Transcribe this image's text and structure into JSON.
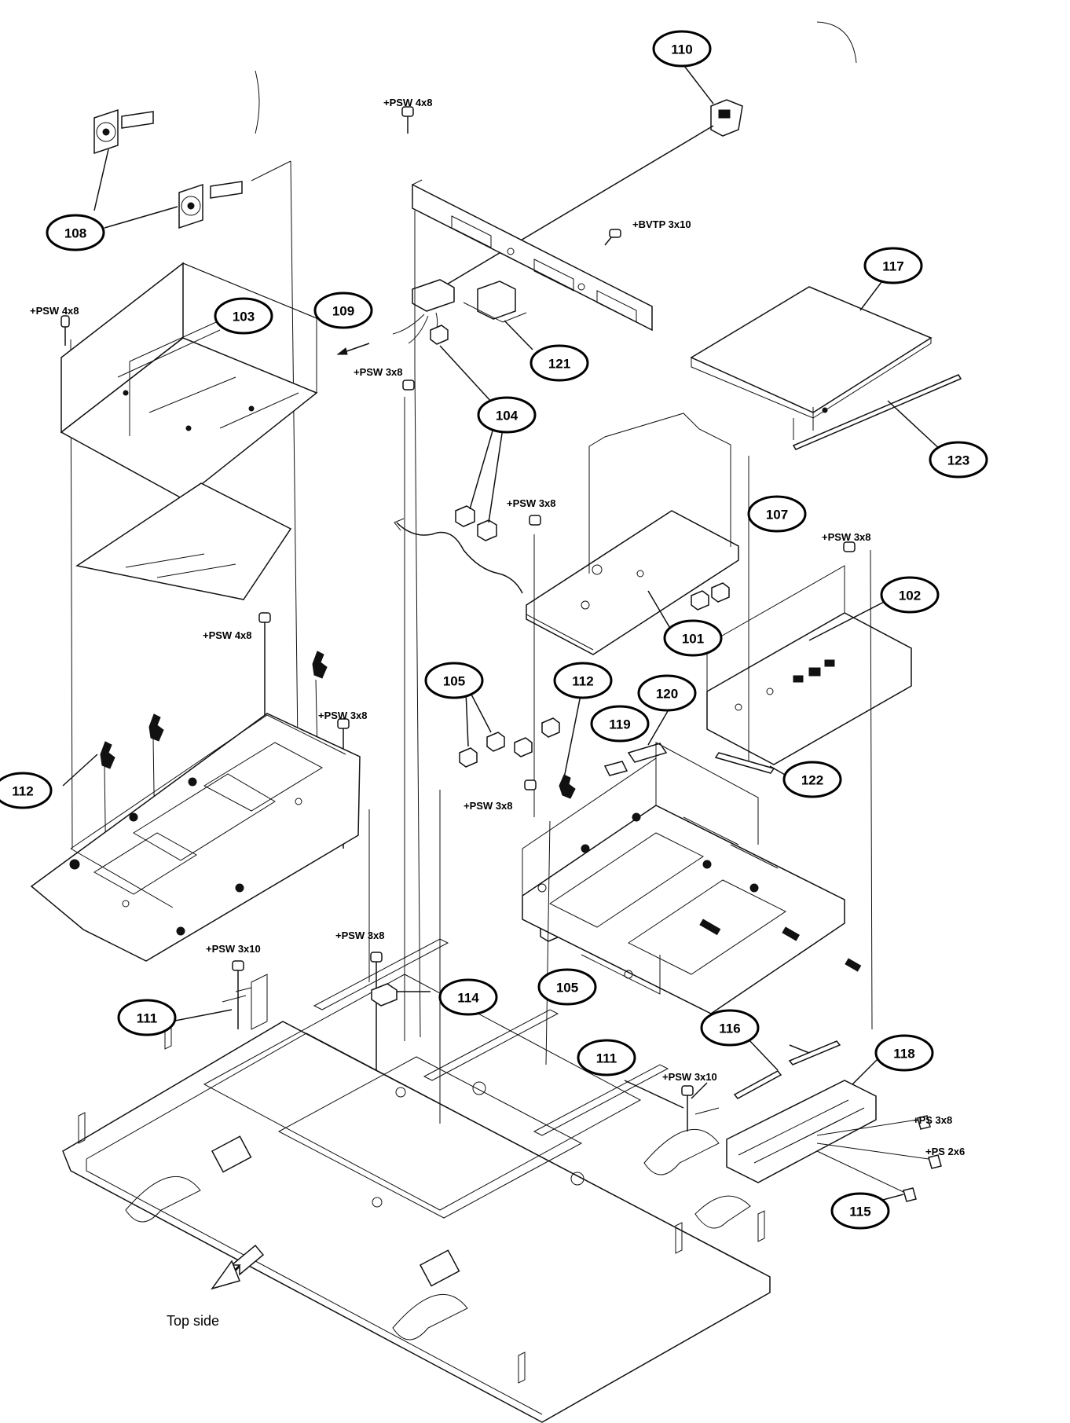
{
  "figure_type": "exploded-view parts diagram",
  "callouts": [
    {
      "id": "c110",
      "label": "110"
    },
    {
      "id": "c108",
      "label": "108"
    },
    {
      "id": "c109",
      "label": "109"
    },
    {
      "id": "c121",
      "label": "121"
    },
    {
      "id": "c117",
      "label": "117"
    },
    {
      "id": "c123",
      "label": "123"
    },
    {
      "id": "c103",
      "label": "103"
    },
    {
      "id": "c104",
      "label": "104"
    },
    {
      "id": "c107",
      "label": "107"
    },
    {
      "id": "c102",
      "label": "102"
    },
    {
      "id": "c101",
      "label": "101"
    },
    {
      "id": "c105a",
      "label": "105"
    },
    {
      "id": "c112a",
      "label": "112"
    },
    {
      "id": "c120",
      "label": "120"
    },
    {
      "id": "c119",
      "label": "119"
    },
    {
      "id": "c122",
      "label": "122"
    },
    {
      "id": "c112b",
      "label": "112"
    },
    {
      "id": "c105b",
      "label": "105"
    },
    {
      "id": "c111a",
      "label": "111"
    },
    {
      "id": "c114",
      "label": "114"
    },
    {
      "id": "c116",
      "label": "116"
    },
    {
      "id": "c118",
      "label": "118"
    },
    {
      "id": "c111b",
      "label": "111"
    },
    {
      "id": "c115",
      "label": "115"
    }
  ],
  "screw_labels": [
    {
      "id": "s1",
      "text": "+PSW 4x8"
    },
    {
      "id": "s2",
      "text": "+BVTP 3x10"
    },
    {
      "id": "s3",
      "text": "+PSW 4x8"
    },
    {
      "id": "s4",
      "text": "+PSW 3x8"
    },
    {
      "id": "s5",
      "text": "+PSW 3x8"
    },
    {
      "id": "s6",
      "text": "+PSW 3x8"
    },
    {
      "id": "s7",
      "text": "+PSW 4x8"
    },
    {
      "id": "s8",
      "text": "+PSW 3x8"
    },
    {
      "id": "s9",
      "text": "+PSW 3x8"
    },
    {
      "id": "s10",
      "text": "+PSW 3x10"
    },
    {
      "id": "s11",
      "text": "+PSW 3x8"
    },
    {
      "id": "s12",
      "text": "+PSW 3x10"
    },
    {
      "id": "s13",
      "text": "+PS 3x8"
    },
    {
      "id": "s14",
      "text": "+PS 2x6"
    }
  ],
  "direction_label": "Top side"
}
